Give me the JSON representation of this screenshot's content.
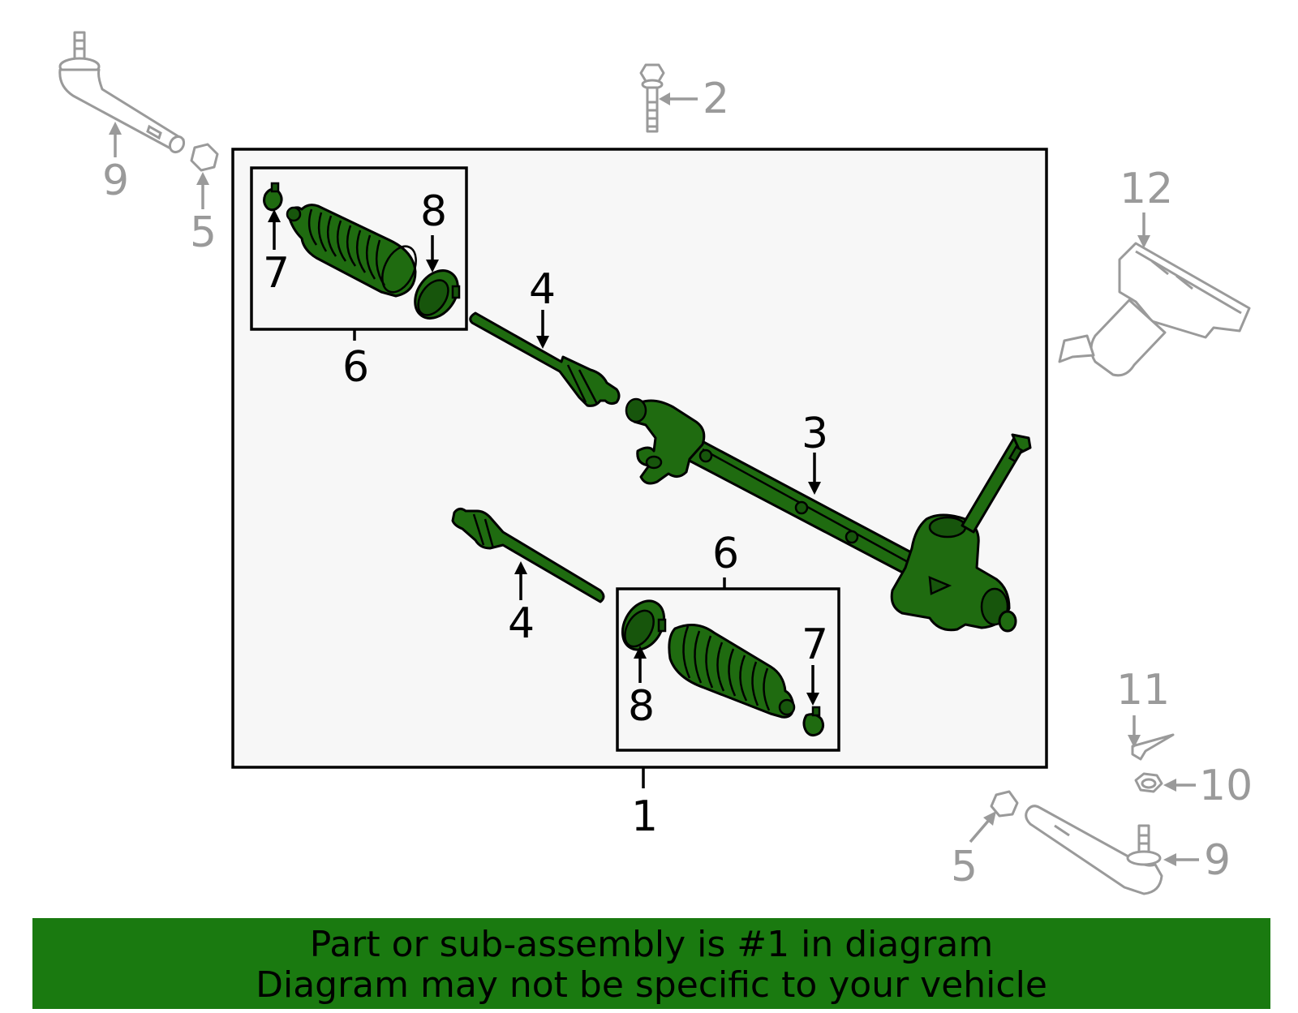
{
  "diagram": {
    "callouts": {
      "c1": "1",
      "c2": "2",
      "c3": "3",
      "c4_upper": "4",
      "c4_lower": "4",
      "c5_left": "5",
      "c5_right": "5",
      "c6_upper": "6",
      "c6_lower": "6",
      "c7_upper": "7",
      "c7_lower": "7",
      "c8_upper": "8",
      "c8_lower": "8",
      "c9_left": "9",
      "c9_right": "9",
      "c10": "10",
      "c11": "11",
      "c12": "12"
    },
    "colors": {
      "highlight_part": "#1f6b10",
      "banner": "#1a7a10",
      "outside_parts": "#9a9a9a",
      "assembly_box_fill": "#f7f7f7"
    }
  },
  "banner": {
    "line1": "Part or sub-assembly is #1 in diagram",
    "line2": "Diagram may not be specific to your vehicle"
  }
}
